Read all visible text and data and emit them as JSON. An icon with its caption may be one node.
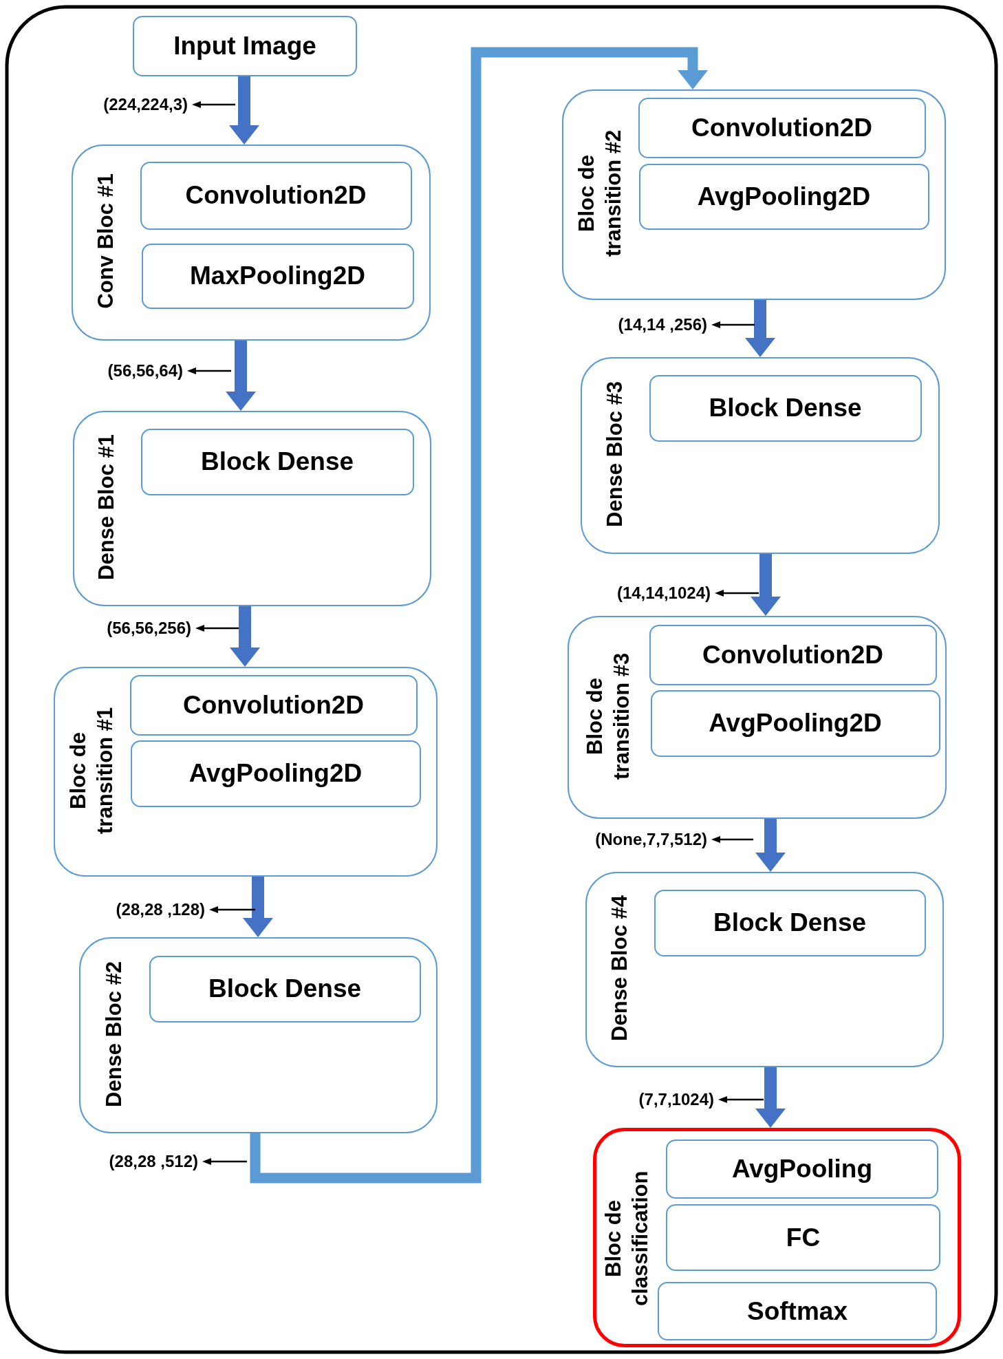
{
  "diagram": {
    "nodes": [
      {
        "text": [
          "Input Image"
        ]
      },
      {
        "text": [
          "Conv Bloc #1"
        ]
      },
      {
        "text": [
          "Convolution2D"
        ],
        "in": 1
      },
      {
        "text": [
          "MaxPooling2D"
        ],
        "in": 1
      },
      {
        "text": [
          "Dense Bloc #1"
        ]
      },
      {
        "text": [
          "Block Dense"
        ],
        "in": 4
      },
      {
        "text": [
          "Bloc de transition #1"
        ]
      },
      {
        "text": [
          "Convolution2D"
        ],
        "in": 6
      },
      {
        "text": [
          "AvgPooling2D"
        ],
        "in": 6
      },
      {
        "text": [
          "Dense Bloc #2"
        ]
      },
      {
        "text": [
          "Block Dense"
        ],
        "in": 9
      },
      {
        "text": [
          "Bloc de transition #2"
        ]
      },
      {
        "text": [
          "Convolution2D"
        ],
        "in": 11
      },
      {
        "text": [
          "AvgPooling2D"
        ],
        "in": 11
      },
      {
        "text": [
          "Dense Bloc #3"
        ]
      },
      {
        "text": [
          "Block Dense"
        ],
        "in": 14
      },
      {
        "text": [
          "Bloc de transition #3"
        ]
      },
      {
        "text": [
          "Convolution2D"
        ],
        "in": 16
      },
      {
        "text": [
          "AvgPooling2D"
        ],
        "in": 16
      },
      {
        "text": [
          "Dense Bloc #4"
        ]
      },
      {
        "text": [
          "Block Dense"
        ],
        "in": 19
      },
      {
        "text": [
          "Bloc de classification"
        ]
      },
      {
        "text": [
          "AvgPooling"
        ],
        "in": 21
      },
      {
        "text": [
          "FC"
        ],
        "in": 21
      },
      {
        "text": [
          "Softmax"
        ],
        "in": 21
      }
    ],
    "edges": [
      {
        "from": 0,
        "to": 1,
        "arrow": "to",
        "label": "(224,224,3)"
      },
      {
        "from": 1,
        "to": 4,
        "arrow": "to",
        "label": "(56,56,64)"
      },
      {
        "from": 4,
        "to": 6,
        "arrow": "to",
        "label": "(56,56,256)"
      },
      {
        "from": 6,
        "to": 9,
        "arrow": "to",
        "label": "(28,28 ,128)"
      },
      {
        "from": 9,
        "to": 11,
        "arrow": "to",
        "label": "(28,28 ,512)",
        "color": "#5b9bd5"
      },
      {
        "from": 11,
        "to": 14,
        "arrow": "to",
        "label": "(14,14 ,256)"
      },
      {
        "from": 14,
        "to": 16,
        "arrow": "to",
        "label": "(14,14,1024)"
      },
      {
        "from": 16,
        "to": 19,
        "arrow": "to",
        "label": "(None,7,7,512)"
      },
      {
        "from": 19,
        "to": 21,
        "arrow": "to",
        "label": "(7,7,1024)"
      }
    ]
  }
}
